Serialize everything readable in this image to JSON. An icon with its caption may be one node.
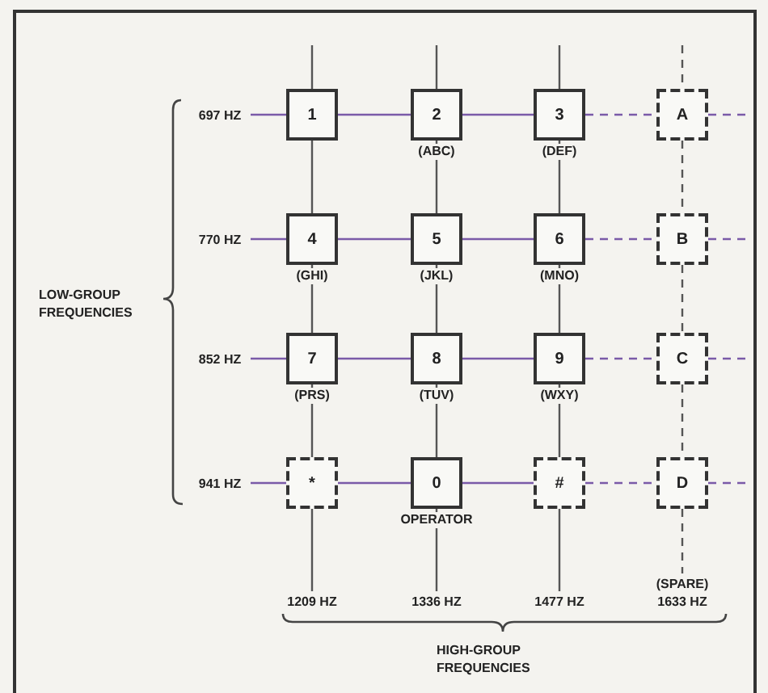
{
  "diagram": {
    "nodes": [
      {
        "text": [
          "697 HZ"
        ]
      },
      {
        "text": [
          "1"
        ]
      },
      {
        "text": [
          "2"
        ],
        "beside": [
          "(ABC)"
        ]
      },
      {
        "text": [
          "3"
        ],
        "beside": [
          "(DEF)"
        ]
      },
      {
        "text": [
          "A"
        ]
      },
      {
        "text": [
          "770 HZ"
        ]
      },
      {
        "text": [
          "4"
        ],
        "beside": [
          "(GHI)"
        ]
      },
      {
        "text": [
          "5"
        ],
        "beside": [
          "(JKL)"
        ]
      },
      {
        "text": [
          "6"
        ],
        "beside": [
          "(MNO)"
        ]
      },
      {
        "text": [
          "B"
        ]
      },
      {
        "text": [
          "852 HZ"
        ]
      },
      {
        "text": [
          "7"
        ],
        "beside": [
          "(PRS)"
        ]
      },
      {
        "text": [
          "8"
        ],
        "beside": [
          "(TUV)"
        ]
      },
      {
        "text": [
          "9"
        ],
        "beside": [
          "(WXY)"
        ]
      },
      {
        "text": [
          "C"
        ]
      },
      {
        "text": [
          "941 HZ"
        ]
      },
      {
        "text": [
          "*"
        ]
      },
      {
        "text": [
          "0"
        ],
        "beside": [
          "OPERATOR"
        ]
      },
      {
        "text": [
          "#"
        ]
      },
      {
        "text": [
          "D"
        ]
      },
      {
        "text": [
          "1209 HZ"
        ]
      },
      {
        "text": [
          "1336 HZ"
        ]
      },
      {
        "text": [
          "1477 HZ"
        ]
      },
      {
        "text": [
          "(SPARE) 1633 HZ"
        ]
      }
    ],
    "edges": [
      {
        "from": 0,
        "to": 1,
        "arrow": "none"
      },
      {
        "from": 1,
        "to": 2,
        "arrow": "none"
      },
      {
        "from": 2,
        "to": 3,
        "arrow": "none"
      },
      {
        "from": 3,
        "to": 4,
        "arrow": "none",
        "style": "dashed"
      },
      {
        "from": 4,
        "to": null,
        "arrow": "none",
        "style": "dashed"
      },
      {
        "from": 5,
        "to": 6,
        "arrow": "none"
      },
      {
        "from": 6,
        "to": 7,
        "arrow": "none"
      },
      {
        "from": 7,
        "to": 8,
        "arrow": "none"
      },
      {
        "from": 8,
        "to": 9,
        "arrow": "none",
        "style": "dashed"
      },
      {
        "from": 9,
        "to": null,
        "arrow": "none",
        "style": "dashed"
      },
      {
        "from": 10,
        "to": 11,
        "arrow": "none"
      },
      {
        "from": 11,
        "to": 12,
        "arrow": "none"
      },
      {
        "from": 12,
        "to": 13,
        "arrow": "none"
      },
      {
        "from": 13,
        "to": 14,
        "arrow": "none",
        "style": "dashed"
      },
      {
        "from": 14,
        "to": null,
        "arrow": "none",
        "style": "dashed"
      },
      {
        "from": 15,
        "to": 16,
        "arrow": "none"
      },
      {
        "from": 16,
        "to": 17,
        "arrow": "none"
      },
      {
        "from": 17,
        "to": 18,
        "arrow": "none"
      },
      {
        "from": 18,
        "to": 19,
        "arrow": "none",
        "style": "dashed"
      },
      {
        "from": 19,
        "to": null,
        "arrow": "none",
        "style": "dashed"
      },
      {
        "from": null,
        "to": 1,
        "arrow": "none"
      },
      {
        "from": 1,
        "to": 6,
        "arrow": "none"
      },
      {
        "from": 6,
        "to": 11,
        "arrow": "none"
      },
      {
        "from": 11,
        "to": 16,
        "arrow": "none"
      },
      {
        "from": 16,
        "to": 20,
        "arrow": "none"
      },
      {
        "from": null,
        "to": 2,
        "arrow": "none"
      },
      {
        "from": 2,
        "to": 7,
        "arrow": "none"
      },
      {
        "from": 7,
        "to": 12,
        "arrow": "none"
      },
      {
        "from": 12,
        "to": 17,
        "arrow": "none"
      },
      {
        "from": 17,
        "to": 21,
        "arrow": "none"
      },
      {
        "from": null,
        "to": 3,
        "arrow": "none"
      },
      {
        "from": 3,
        "to": 8,
        "arrow": "none"
      },
      {
        "from": 8,
        "to": 13,
        "arrow": "none"
      },
      {
        "from": 13,
        "to": 18,
        "arrow": "none"
      },
      {
        "from": 18,
        "to": 22,
        "arrow": "none"
      },
      {
        "from": null,
        "to": 4,
        "arrow": "none",
        "style": "dashed"
      },
      {
        "from": 4,
        "to": 9,
        "arrow": "none",
        "style": "dashed"
      },
      {
        "from": 9,
        "to": 14,
        "arrow": "none",
        "style": "dashed"
      },
      {
        "from": 14,
        "to": 19,
        "arrow": "none",
        "style": "dashed"
      },
      {
        "from": 19,
        "to": 23,
        "arrow": "none",
        "style": "dashed"
      }
    ],
    "labels": [
      "LOW-GROUP FREQUENCIES",
      "HIGH-GROUP FREQUENCIES"
    ]
  }
}
